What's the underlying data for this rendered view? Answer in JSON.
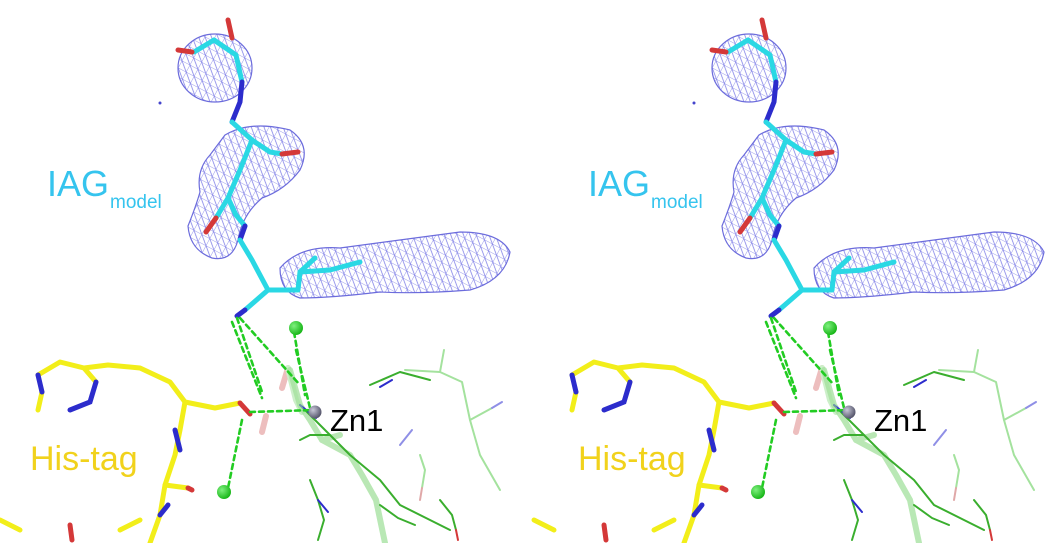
{
  "labels": {
    "iag_main": "IAG",
    "iag_sub": "model",
    "his_tag": "His-tag",
    "zinc": "Zn1"
  },
  "colors": {
    "iag_carbon": "#2ad8e4",
    "his_carbon": "#f2ee1a",
    "protein_carbon": "#3aae2e",
    "protein_ghost": "#a4e29e",
    "nitrogen": "#2c2ccc",
    "oxygen": "#d43838",
    "density_mesh": "#7070e0",
    "water": "#22cc22",
    "zinc_sphere": "#707086",
    "hbond": "#22cc22"
  },
  "view": "stereo-pair"
}
